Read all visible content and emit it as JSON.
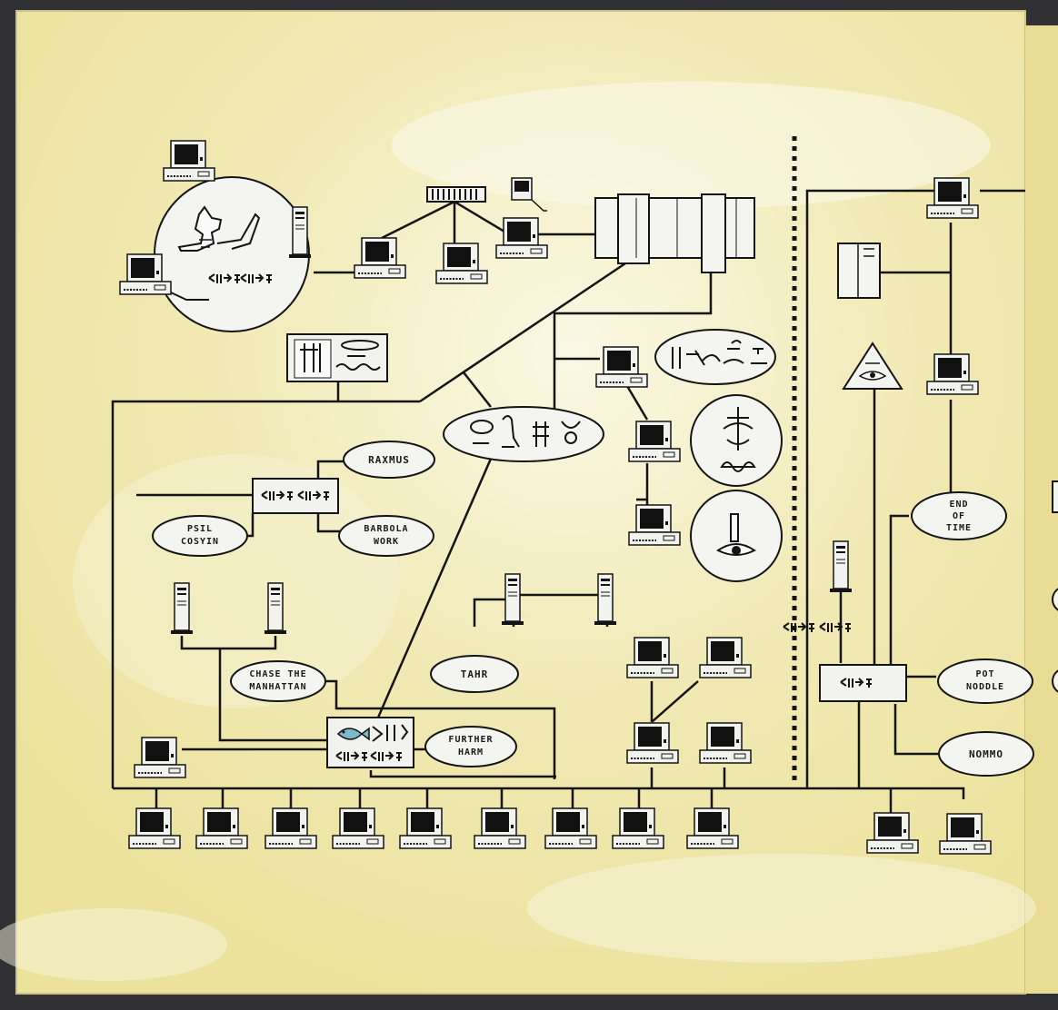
{
  "colors": {
    "paper": "#efe6a2",
    "paper_light": "#f6f1cf",
    "right_panel": "#e9dc94",
    "ink": "#141414",
    "screen": "#111111",
    "case": "#f2f2ee",
    "backdrop": "#2a2a2e"
  },
  "labels": {
    "raxmus": "RAXMUS",
    "psil_cosyin": [
      "PSIL",
      "COSYIN"
    ],
    "barbola_work": [
      "BARBOLA",
      "WORK"
    ],
    "chase_the_manhattan": [
      "CHASE THE",
      "MANHATTAN"
    ],
    "tahr": "TAHR",
    "further_harm": [
      "FURTHER",
      "HARM"
    ],
    "end_of_time": [
      "END",
      "OF",
      "TIME"
    ],
    "pot_noddle": [
      "POT",
      "NODDLE"
    ],
    "nommo": "NOMMO"
  },
  "icons": [
    "jackal-anubis-icon",
    "cuneiform-glyph-icon",
    "hieroglyph-cartouche-icon",
    "fish-icon",
    "eye-icon",
    "pyramid-eye-icon",
    "desktop-computer-icon",
    "tower-computer-icon",
    "mainframe-icon",
    "server-rack-icon"
  ]
}
